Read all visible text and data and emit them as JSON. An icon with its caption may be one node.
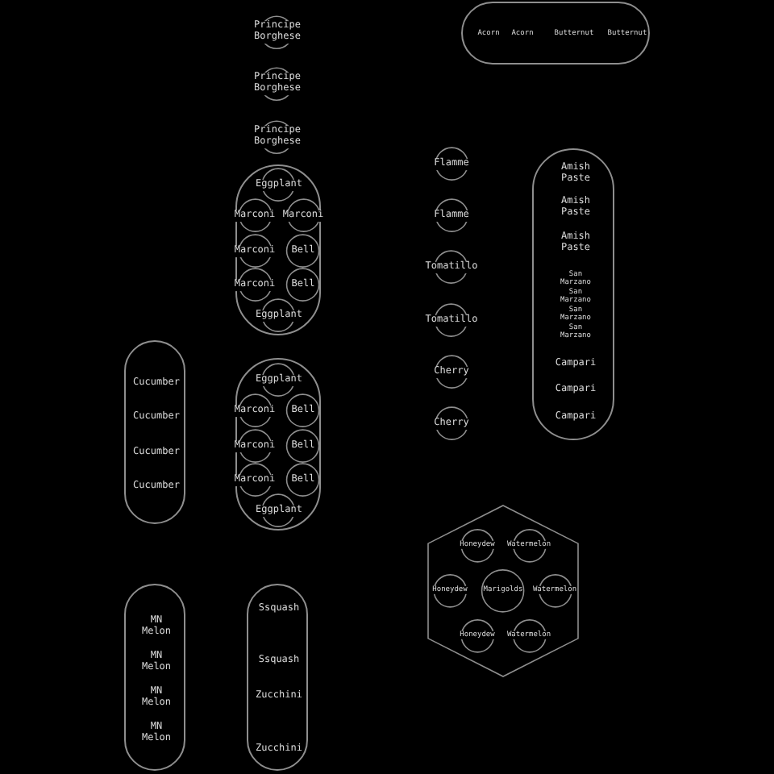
{
  "diagram": {
    "nodes": [
      {
        "text": [
          "Principe Borghese"
        ]
      },
      {
        "text": [
          "Acorn",
          "Acorn",
          "Butternut",
          "Butternut"
        ]
      },
      {
        "text": [
          "Principe Borghese"
        ]
      },
      {
        "text": [
          "Principe Borghese"
        ]
      },
      {
        "text": [],
        "shape": "capsule"
      },
      {
        "text": [
          "Eggplant"
        ],
        "in": 4
      },
      {
        "text": [
          "Marconi"
        ],
        "in": 4
      },
      {
        "text": [
          "Marconi"
        ],
        "in": 4
      },
      {
        "text": [
          "Marconi"
        ],
        "in": 4
      },
      {
        "text": [
          "Bell"
        ],
        "in": 4
      },
      {
        "text": [
          "Marconi"
        ],
        "in": 4
      },
      {
        "text": [
          "Bell"
        ],
        "in": 4
      },
      {
        "text": [
          "Eggplant"
        ],
        "in": 4
      },
      {
        "text": [
          "Flamme"
        ]
      },
      {
        "text": [
          "Flamme"
        ]
      },
      {
        "text": [
          "Tomatillo"
        ]
      },
      {
        "text": [
          "Tomatillo"
        ]
      },
      {
        "text": [
          "Cherry"
        ]
      },
      {
        "text": [
          "Cherry"
        ]
      },
      {
        "text": [
          "Amish Paste",
          "Amish Paste",
          "Amish Paste",
          "San Marzano",
          "San Marzano",
          "San Marzano",
          "San Marzano",
          "Campari",
          "Campari",
          "Campari"
        ]
      },
      {
        "text": [
          "Cucumber",
          "Cucumber",
          "Cucumber",
          "Cucumber"
        ]
      },
      {
        "text": [],
        "shape": "capsule"
      },
      {
        "text": [
          "Eggplant"
        ],
        "in": 21
      },
      {
        "text": [
          "Marconi"
        ],
        "in": 21
      },
      {
        "text": [
          "Bell"
        ],
        "in": 21
      },
      {
        "text": [
          "Marconi"
        ],
        "in": 21
      },
      {
        "text": [
          "Bell"
        ],
        "in": 21
      },
      {
        "text": [
          "Marconi"
        ],
        "in": 21
      },
      {
        "text": [
          "Bell"
        ],
        "in": 21
      },
      {
        "text": [
          "Eggplant"
        ],
        "in": 21
      },
      {
        "text": [],
        "shape": "hexagon"
      },
      {
        "text": [
          "Honeydew"
        ],
        "in": 30
      },
      {
        "text": [
          "Watermelon"
        ],
        "in": 30
      },
      {
        "text": [
          "Honeydew"
        ],
        "in": 30
      },
      {
        "text": [
          "Marigolds"
        ],
        "in": 30
      },
      {
        "text": [
          "Watermelon"
        ],
        "in": 30
      },
      {
        "text": [
          "Honeydew"
        ],
        "in": 30
      },
      {
        "text": [
          "Watermelon"
        ],
        "in": 30
      },
      {
        "text": [
          "MN Melon",
          "MN Melon",
          "MN Melon",
          "MN Melon"
        ]
      },
      {
        "text": [
          "Ssquash",
          "Ssquash",
          "Zucchini",
          "Zucchini"
        ]
      }
    ]
  }
}
